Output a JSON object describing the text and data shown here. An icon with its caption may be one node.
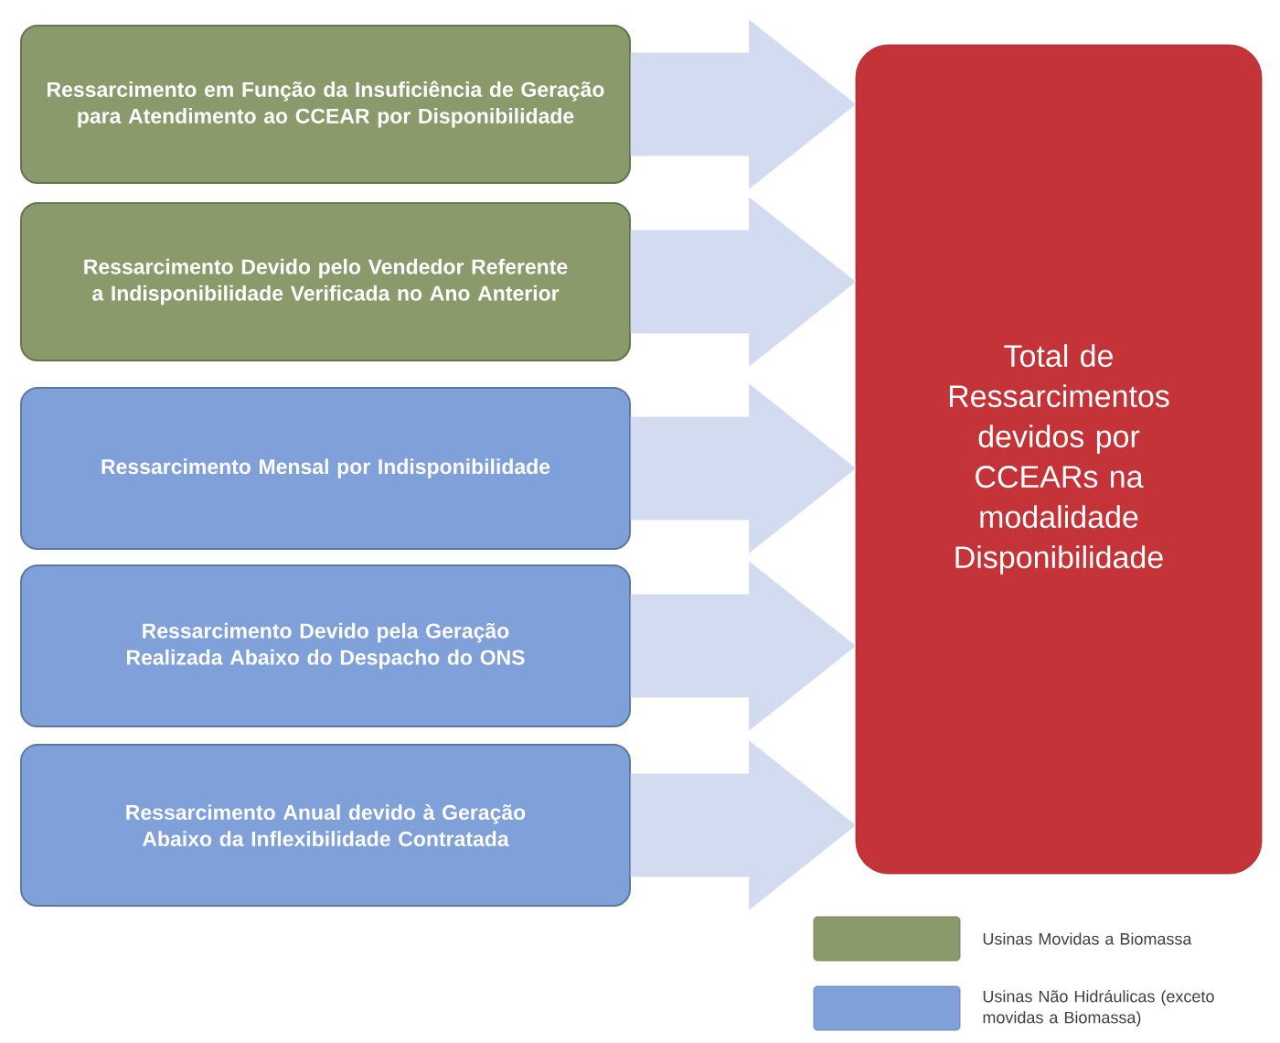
{
  "diagram": {
    "nodes": [
      {
        "text": [
          "Ressarcimento em Função da Insuficiência de Geração para Atendimento ao CCEAR por Disponibilidade"
        ]
      },
      {
        "text": [
          "Ressarcimento Devido pelo Vendedor Referente a Indisponibilidade Verificada no Ano Anterior"
        ]
      },
      {
        "text": [
          "Ressarcimento Mensal por Indisponibilidade"
        ]
      },
      {
        "text": [
          "Ressarcimento Devido pela Geração Realizada Abaixo do Despacho do ONS"
        ]
      },
      {
        "text": [
          "Ressarcimento Anual devido à Geração Abaixo da Inflexibilidade Contratada"
        ]
      },
      {
        "text": [
          "Total de Ressarcimentos devidos por CCEARs na modalidade Disponibilidade"
        ]
      }
    ],
    "edges": [
      {
        "from": 0,
        "to": 5,
        "arrow": "to"
      },
      {
        "from": 1,
        "to": 5,
        "arrow": "to"
      },
      {
        "from": 2,
        "to": 5,
        "arrow": "to"
      },
      {
        "from": 3,
        "to": 5,
        "arrow": "to"
      },
      {
        "from": 4,
        "to": 5,
        "arrow": "to"
      }
    ],
    "legend": [
      {
        "text": "Usinas Movidas a Biomassa",
        "color": "#8a9a6b"
      },
      {
        "text": "Usinas Não Hidráulicas (exceto movidas a Biomassa)",
        "color": "#7fa0d8"
      }
    ]
  }
}
